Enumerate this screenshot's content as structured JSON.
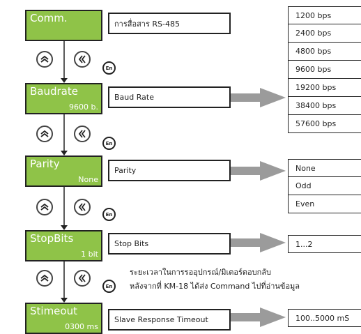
{
  "colors": {
    "menu_fill": "#8fc348",
    "arrow_fill": "#9b9b9b",
    "line": "#222222"
  },
  "steps": [
    {
      "title": "Comm.",
      "value": "",
      "description": "การสื่อสาร RS-485"
    },
    {
      "title": "Baudrate",
      "value": "9600 b.",
      "description": "Baud Rate"
    },
    {
      "title": "Parity",
      "value": "None",
      "description": "Parity"
    },
    {
      "title": "StopBits",
      "value": "1 bit",
      "description": "Stop Bits"
    },
    {
      "title": "Stimeout",
      "value": "0300 ms",
      "description": "Slave Response Timeout"
    }
  ],
  "baud_options": [
    "1200 bps",
    "2400 bps",
    "4800 bps",
    "9600 bps",
    "19200 bps",
    "38400 bps",
    "57600 bps"
  ],
  "parity_options": [
    "None",
    "Odd",
    "Even"
  ],
  "stopbits_options": [
    "1...2"
  ],
  "timeout_options": [
    "100..5000 mS"
  ],
  "controls": {
    "up_icon": "double-chevron-up-icon",
    "back_icon": "double-chevron-left-icon",
    "enter_label": "En"
  },
  "note": {
    "line1": "ระยะเวลาในการรออุปกรณ์/มิเตอร์ตอบกลับ",
    "line2": "หลังจากที่ KM-18 ได้ส่ง Command ไปที่อ่านข้อมูล"
  }
}
